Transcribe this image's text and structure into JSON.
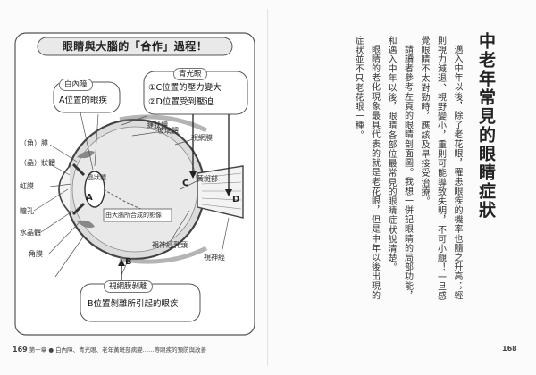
{
  "diagram": {
    "title": "眼睛與大腦的「合作」過程！",
    "callouts": {
      "cataract_title": "白內障",
      "cataract_text": "A位置的眼疾",
      "glaucoma_title": "青光眼",
      "glaucoma_line1": "①C位置的壓力變大",
      "glaucoma_line2": "②D位置受到壓迫",
      "retina_title": "視網膜剝離",
      "retina_text": "B位置剝離所引起的眼疾"
    },
    "labels": {
      "ciliary_body": "睫狀體",
      "vitreous": "玻璃體",
      "retina": "視網膜",
      "cornea": "（角）膜",
      "lens": "（晶）狀體",
      "iris": "虹膜",
      "pupil": "瞳孔",
      "aqueous": "水晶體",
      "conjunctiva": "角膜",
      "macula": "黃斑部",
      "crystalline_lens": "晶狀體",
      "brain_link": "由大腦所合成的影像",
      "optic_disc": "視神經乳頭",
      "optic_nerve": "視神經"
    },
    "letters": {
      "a": "A",
      "b": "B",
      "c": "C",
      "d": "D"
    }
  },
  "footer_left": {
    "page_number": "169",
    "running_head": "第一章 ● 白內障、青光眼、老年黃斑部病變……等眼疾的預防與改善"
  },
  "footer_right": {
    "page_number": "168"
  },
  "article": {
    "title": "中老年常見的眼睛症狀",
    "paragraphs": [
      "邁入中年以後，除了老花眼，罹患眼疾的機率也隨之升高；輕則視力減退、視野變小，重則可能導致失明，不可小覷！一旦感覺眼睛不太對勁時，應該及早接受治療。",
      "請讀者參考左頁的眼睛剖面圖。我想一併記眼睛的局部功能，和邁入中年以後，眼睛各部位最常見的眼睛症狀說清楚。",
      "眼睛的老化現象最具代表的就是老花眼，但是中年以後出現的症狀並不只老花眼一種。"
    ]
  }
}
